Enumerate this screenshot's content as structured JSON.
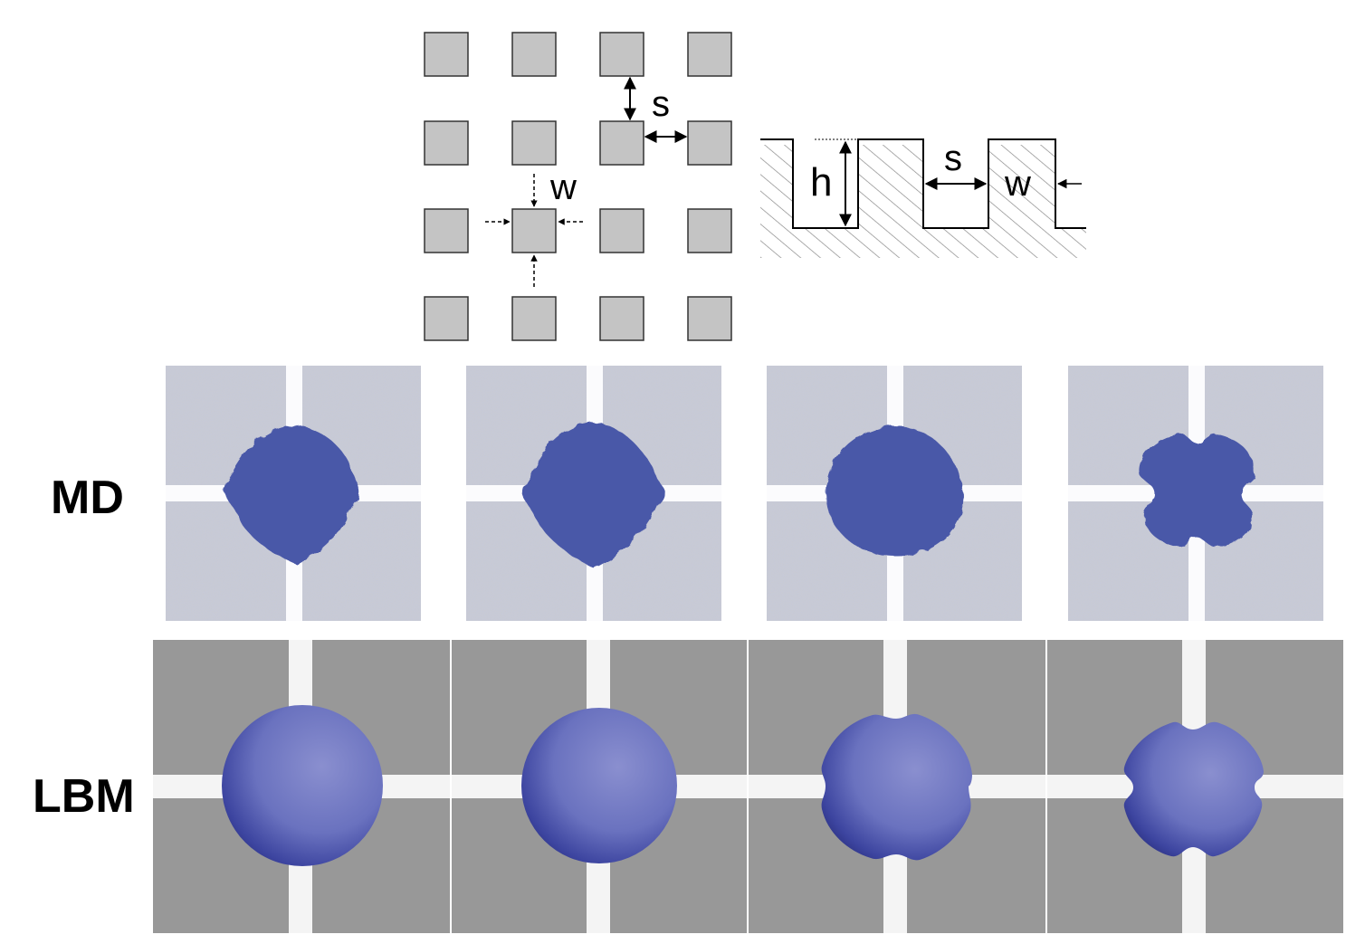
{
  "schematic": {
    "top_view": {
      "spacing_label": "s",
      "width_label": "w"
    },
    "side_view": {
      "height_label": "h",
      "spacing_label": "s",
      "width_label": "w"
    }
  },
  "rows": {
    "md_label": "MD",
    "lbm_label": "LBM"
  },
  "colors": {
    "pillar_fill": "#c4c4c4",
    "droplet": "#4a58a8",
    "md_background": "#c6c8d0",
    "lbm_background": "#989898",
    "gap": "#f7f7f7"
  }
}
